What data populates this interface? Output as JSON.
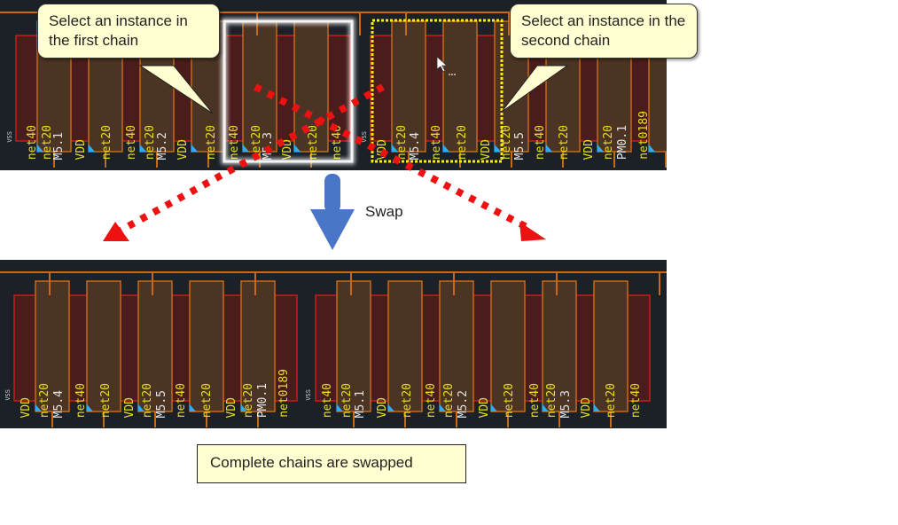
{
  "callouts": {
    "first": "Select an instance in the first chain",
    "second": "Select an instance in the second chain",
    "result": "Complete chains are swapped"
  },
  "swap_label": "Swap",
  "colors": {
    "background": "#1c2128",
    "diffusion": "#4a1c1c",
    "diffusion_border": "#d01818",
    "gate": "#4b3424",
    "gate_border": "#c86a14",
    "net_text": "#e8e020",
    "inst_text": "#e6e6e6",
    "selection_white": "#ffffff",
    "selection_yellow": "#ffee00",
    "swap_arrow": "#4a76c8",
    "dotted_arrow": "#ee1111",
    "callout_bg": "#ffffd2"
  },
  "icons": {
    "cursor": "mouse-pointer-icon",
    "swap": "down-arrow-icon"
  },
  "top_chain": {
    "vss_label": "VSS",
    "labels": [
      {
        "t": "net40",
        "k": "net"
      },
      {
        "t": "net20",
        "k": "net"
      },
      {
        "t": "M5.1",
        "k": "inst"
      },
      {
        "t": "VDD",
        "k": "net"
      },
      {
        "t": "net20",
        "k": "net"
      },
      {
        "t": "net40",
        "k": "net"
      },
      {
        "t": "net20",
        "k": "net"
      },
      {
        "t": "M5.2",
        "k": "inst"
      },
      {
        "t": "VDD",
        "k": "net"
      },
      {
        "t": "net20",
        "k": "net"
      },
      {
        "t": "net40",
        "k": "net"
      },
      {
        "t": "net20",
        "k": "net"
      },
      {
        "t": "M5.3",
        "k": "inst"
      },
      {
        "t": "VDD",
        "k": "net"
      },
      {
        "t": "net20",
        "k": "net"
      },
      {
        "t": "net40",
        "k": "net"
      },
      {
        "t": "VDD",
        "k": "net"
      },
      {
        "t": "net20",
        "k": "net"
      },
      {
        "t": "M5.4",
        "k": "inst"
      },
      {
        "t": "net40",
        "k": "net"
      },
      {
        "t": "net20",
        "k": "net"
      },
      {
        "t": "VDD",
        "k": "net"
      },
      {
        "t": "net20",
        "k": "net"
      },
      {
        "t": "M5.5",
        "k": "inst"
      },
      {
        "t": "net40",
        "k": "net"
      },
      {
        "t": "net20",
        "k": "net"
      },
      {
        "t": "VDD",
        "k": "net"
      },
      {
        "t": "net20",
        "k": "net"
      },
      {
        "t": "PM0.1",
        "k": "inst"
      },
      {
        "t": "net0189",
        "k": "net"
      }
    ]
  },
  "bottom_chain": {
    "vss_label": "VSS",
    "labels": [
      {
        "t": "VDD",
        "k": "net"
      },
      {
        "t": "net20",
        "k": "net"
      },
      {
        "t": "M5.4",
        "k": "inst"
      },
      {
        "t": "net40",
        "k": "net"
      },
      {
        "t": "net20",
        "k": "net"
      },
      {
        "t": "VDD",
        "k": "net"
      },
      {
        "t": "net20",
        "k": "net"
      },
      {
        "t": "M5.5",
        "k": "inst"
      },
      {
        "t": "net40",
        "k": "net"
      },
      {
        "t": "net20",
        "k": "net"
      },
      {
        "t": "VDD",
        "k": "net"
      },
      {
        "t": "net20",
        "k": "net"
      },
      {
        "t": "PM0.1",
        "k": "inst"
      },
      {
        "t": "net0189",
        "k": "net"
      },
      {
        "t": "net40",
        "k": "net"
      },
      {
        "t": "net20",
        "k": "net"
      },
      {
        "t": "M5.1",
        "k": "inst"
      },
      {
        "t": "VDD",
        "k": "net"
      },
      {
        "t": "net20",
        "k": "net"
      },
      {
        "t": "net40",
        "k": "net"
      },
      {
        "t": "net20",
        "k": "net"
      },
      {
        "t": "M5.2",
        "k": "inst"
      },
      {
        "t": "VDD",
        "k": "net"
      },
      {
        "t": "net20",
        "k": "net"
      },
      {
        "t": "net40",
        "k": "net"
      },
      {
        "t": "net20",
        "k": "net"
      },
      {
        "t": "M5.3",
        "k": "inst"
      },
      {
        "t": "VDD",
        "k": "net"
      },
      {
        "t": "net20",
        "k": "net"
      },
      {
        "t": "net40",
        "k": "net"
      }
    ]
  }
}
